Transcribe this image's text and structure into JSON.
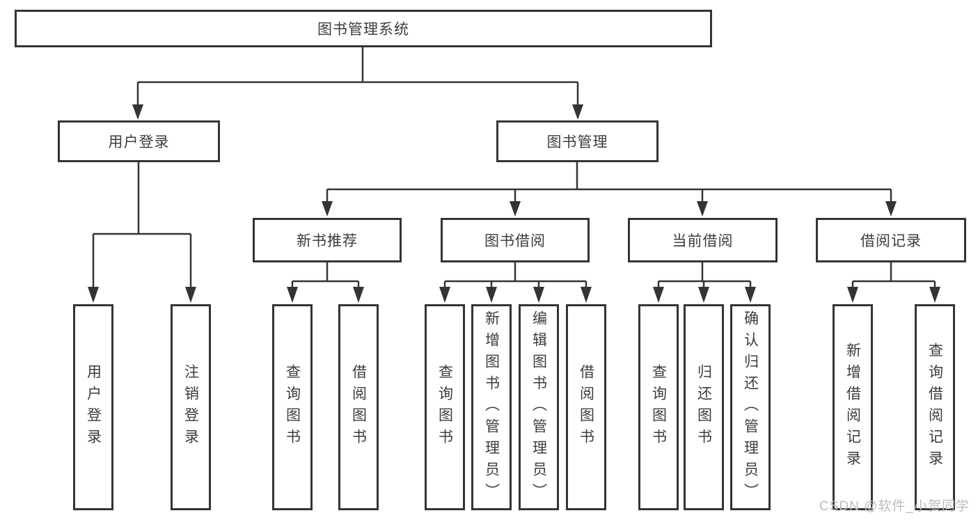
{
  "tree": {
    "label": "图书管理系统",
    "children": [
      {
        "label": "用户登录",
        "children": [
          {
            "label": "用户登录"
          },
          {
            "label": "注销登录"
          }
        ]
      },
      {
        "label": "图书管理",
        "children": [
          {
            "label": "新书推荐",
            "children": [
              {
                "label": "查询图书"
              },
              {
                "label": "借阅图书"
              }
            ]
          },
          {
            "label": "图书借阅",
            "children": [
              {
                "label": "查询图书"
              },
              {
                "label": "新增图书（管理员）"
              },
              {
                "label": "编辑图书（管理员）"
              },
              {
                "label": "借阅图书"
              }
            ]
          },
          {
            "label": "当前借阅",
            "children": [
              {
                "label": "查询图书"
              },
              {
                "label": "归还图书"
              },
              {
                "label": "确认归还（管理员）"
              }
            ]
          },
          {
            "label": "借阅记录",
            "children": [
              {
                "label": "新增借阅记录"
              },
              {
                "label": "查询借阅记录"
              }
            ]
          }
        ]
      }
    ]
  },
  "watermark": "CSDN @软件_小贺同学",
  "colors": {
    "line": "#343434",
    "text": "#3c3c3c",
    "watermark": "#bcbcbc",
    "background": "#ffffff"
  }
}
